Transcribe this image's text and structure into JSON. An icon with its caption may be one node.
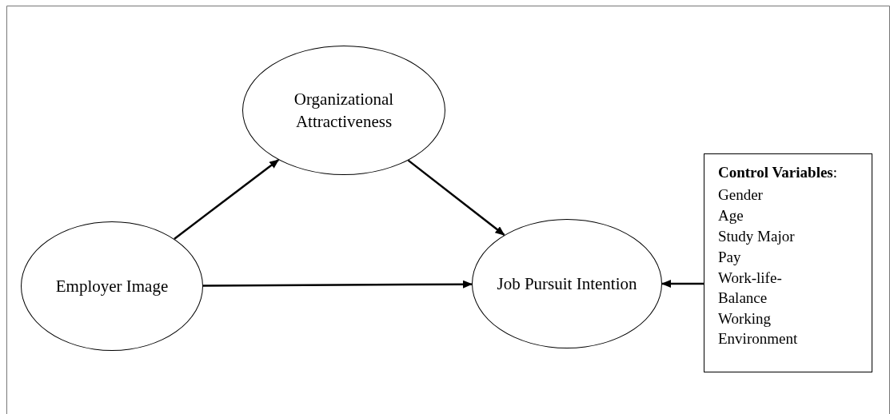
{
  "diagram": {
    "nodes": [
      {
        "text": [
          "Organizational Attractiveness"
        ]
      },
      {
        "text": [
          "Employer Image"
        ]
      },
      {
        "text": [
          "Job Pursuit Intention"
        ]
      },
      {
        "text": [
          "**Control Variables**:",
          "Gender",
          "Age",
          "Study Major",
          "Pay",
          "Work-life-Balance",
          "Working Environment"
        ]
      }
    ],
    "edges": [
      {
        "from": 1,
        "to": 0,
        "arrow": "to"
      },
      {
        "from": 0,
        "to": 2,
        "arrow": "to"
      },
      {
        "from": 1,
        "to": 2,
        "arrow": "to"
      },
      {
        "from": 3,
        "to": 2,
        "arrow": "to"
      }
    ]
  }
}
